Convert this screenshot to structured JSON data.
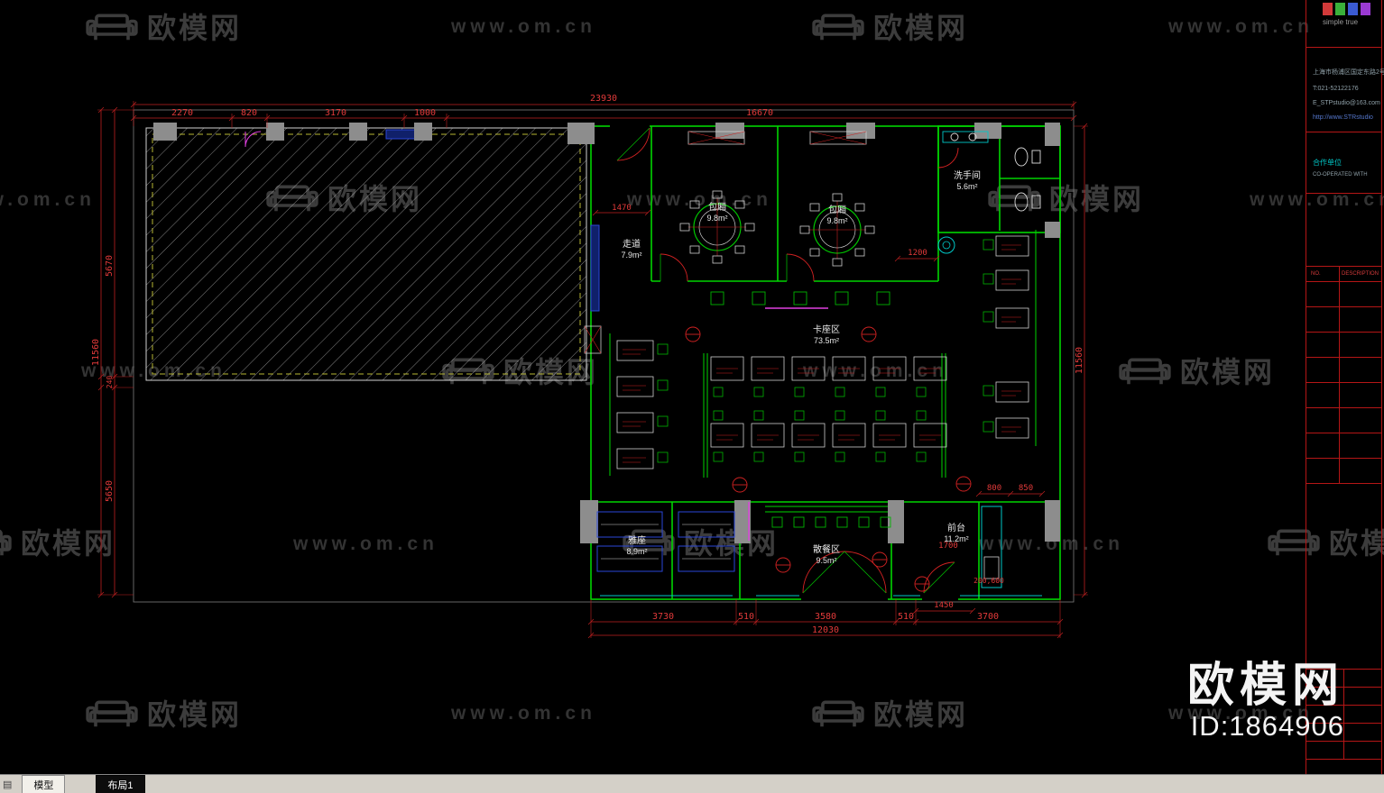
{
  "watermark": {
    "brand": "欧模网",
    "url": "www.om.cn"
  },
  "overlay": {
    "brand": "欧模网",
    "id": "ID:1864906"
  },
  "logo": {
    "sub": "simple true"
  },
  "title_block": {
    "address": "上海市杨浦区国定东路2号",
    "tel": "T:021-52122176",
    "email": "E_STPstudio@163.com",
    "web": "http://www.STRstudio",
    "coop_cn": "合作单位",
    "coop_en": "CO-OPERATED WITH",
    "no": "NO.",
    "desc": "DESCRIPTION"
  },
  "tabs": {
    "model": "模型",
    "layout": "布局1"
  },
  "plan": {
    "dims": {
      "total_top": "23930",
      "t1": "2270",
      "t2": "820",
      "t3": "3170",
      "t4": "1000",
      "t5": "16670",
      "left_total": "11560",
      "l1": "5670",
      "l2": "240",
      "l3": "5650",
      "right_total": "11560",
      "b1": "3730",
      "b2": "510",
      "b3": "3580",
      "b4": "510",
      "b5": "3700",
      "bottom_total": "12030",
      "i1": "1470",
      "i2": "1200",
      "i3": "800",
      "i4": "850",
      "i5": "1450",
      "i6": "1700",
      "i7": "200,600"
    },
    "rooms": {
      "corridor": {
        "name": "走道",
        "area": "7.9m²"
      },
      "private1": {
        "name": "包厢",
        "area": "9.8m²"
      },
      "private2": {
        "name": "包厢",
        "area": "9.8m²"
      },
      "restroom": {
        "name": "洗手间",
        "area": "5.6m²"
      },
      "booth": {
        "name": "卡座区",
        "area": "73.5m²"
      },
      "lounge": {
        "name": "雅座",
        "area": "8.9m²"
      },
      "casual": {
        "name": "散餐区",
        "area": "9.5m²"
      },
      "front": {
        "name": "前台",
        "area": "11.2m²"
      }
    }
  }
}
